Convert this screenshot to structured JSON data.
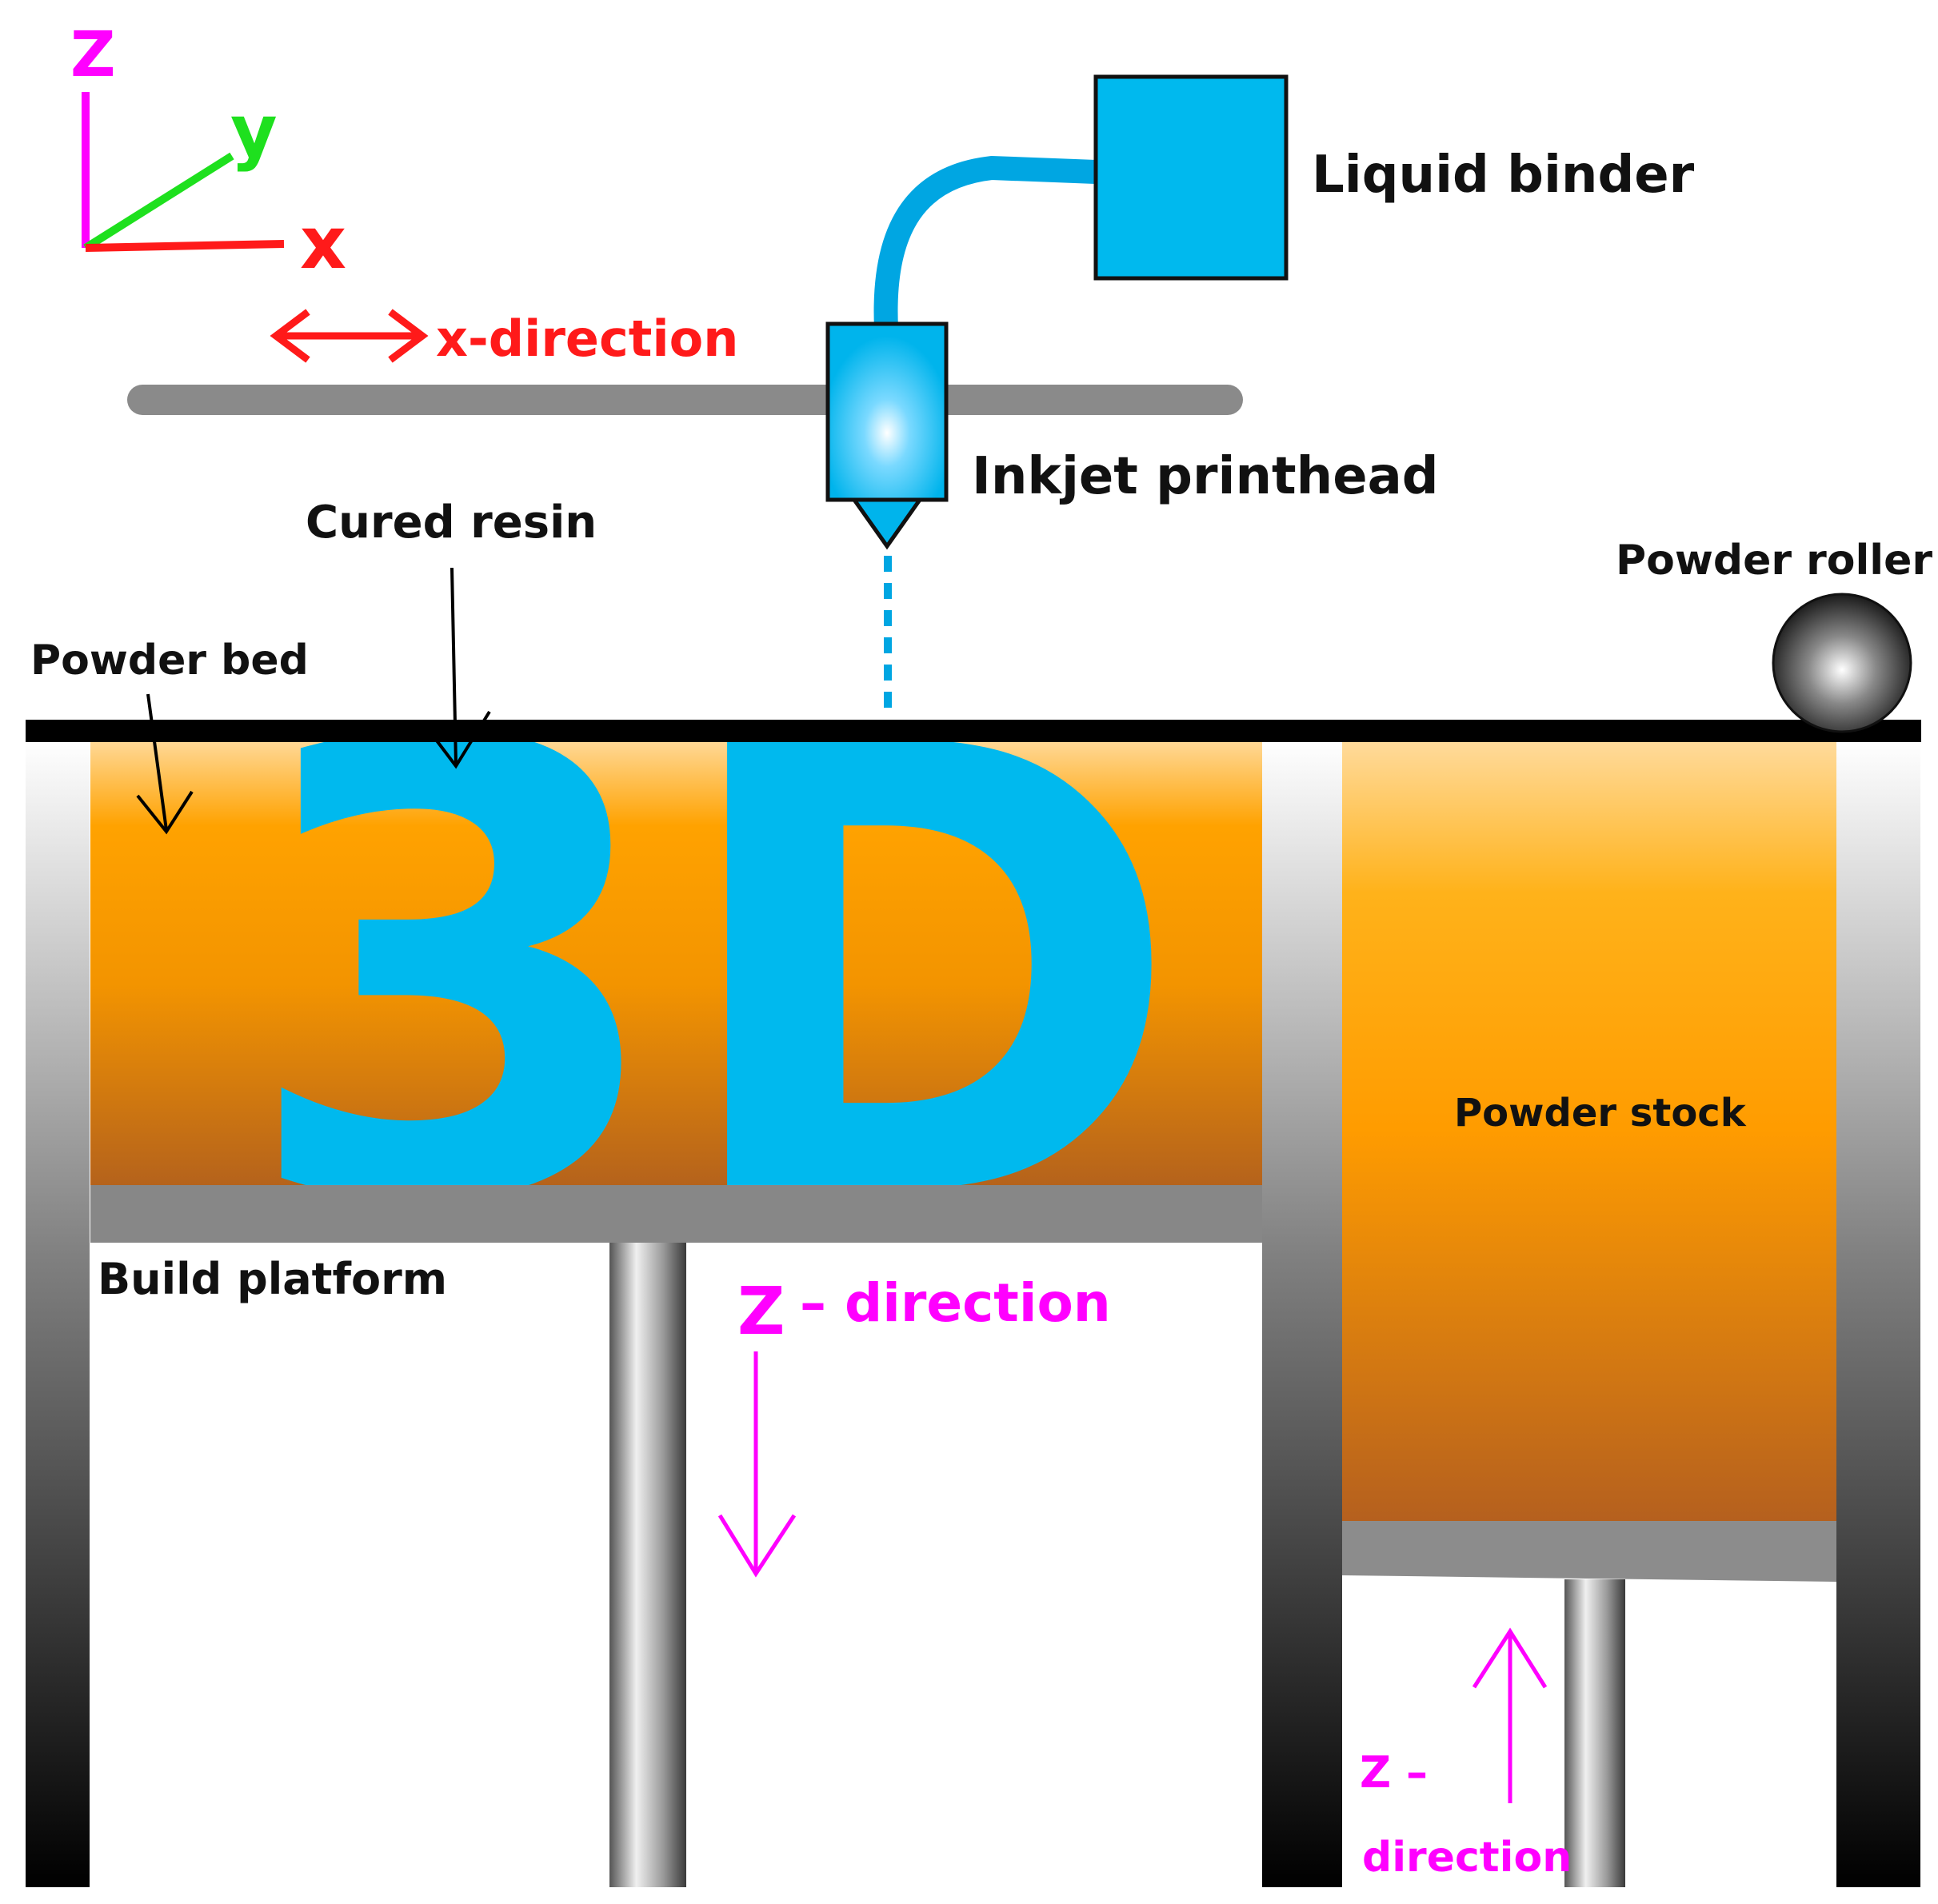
{
  "axes": {
    "z_label": "Z",
    "y_label": "y",
    "x_label": "x",
    "x_direction_label": "x-direction"
  },
  "labels": {
    "liquid_binder": "Liquid binder",
    "inkjet_printhead": "Inkjet printhead",
    "cured_resin": "Cured resin",
    "powder_roller": "Powder roller",
    "powder_bed": "Powder bed",
    "build_platform": "Build platform",
    "powder_stock": "Powder stock",
    "z_direction_build": {
      "letter": "Z",
      "text": "– direction"
    },
    "z_direction_stock": {
      "line1": "Z –",
      "line2": "direction"
    },
    "printed_object": "3D"
  },
  "colors": {
    "binder_blue": "#00b9ee",
    "z_axis": "#ff00ff",
    "y_axis": "#1ee01e",
    "x_axis": "#ff1a1a",
    "direction_arrow_x": "#ff1a1a",
    "direction_magenta": "#ff00ff",
    "rail_gray": "#8a8a8a",
    "powder_light": "#ffd690",
    "powder_mid": "#ff9f00",
    "powder_dark": "#b0601c",
    "frame_black": "#000000"
  }
}
